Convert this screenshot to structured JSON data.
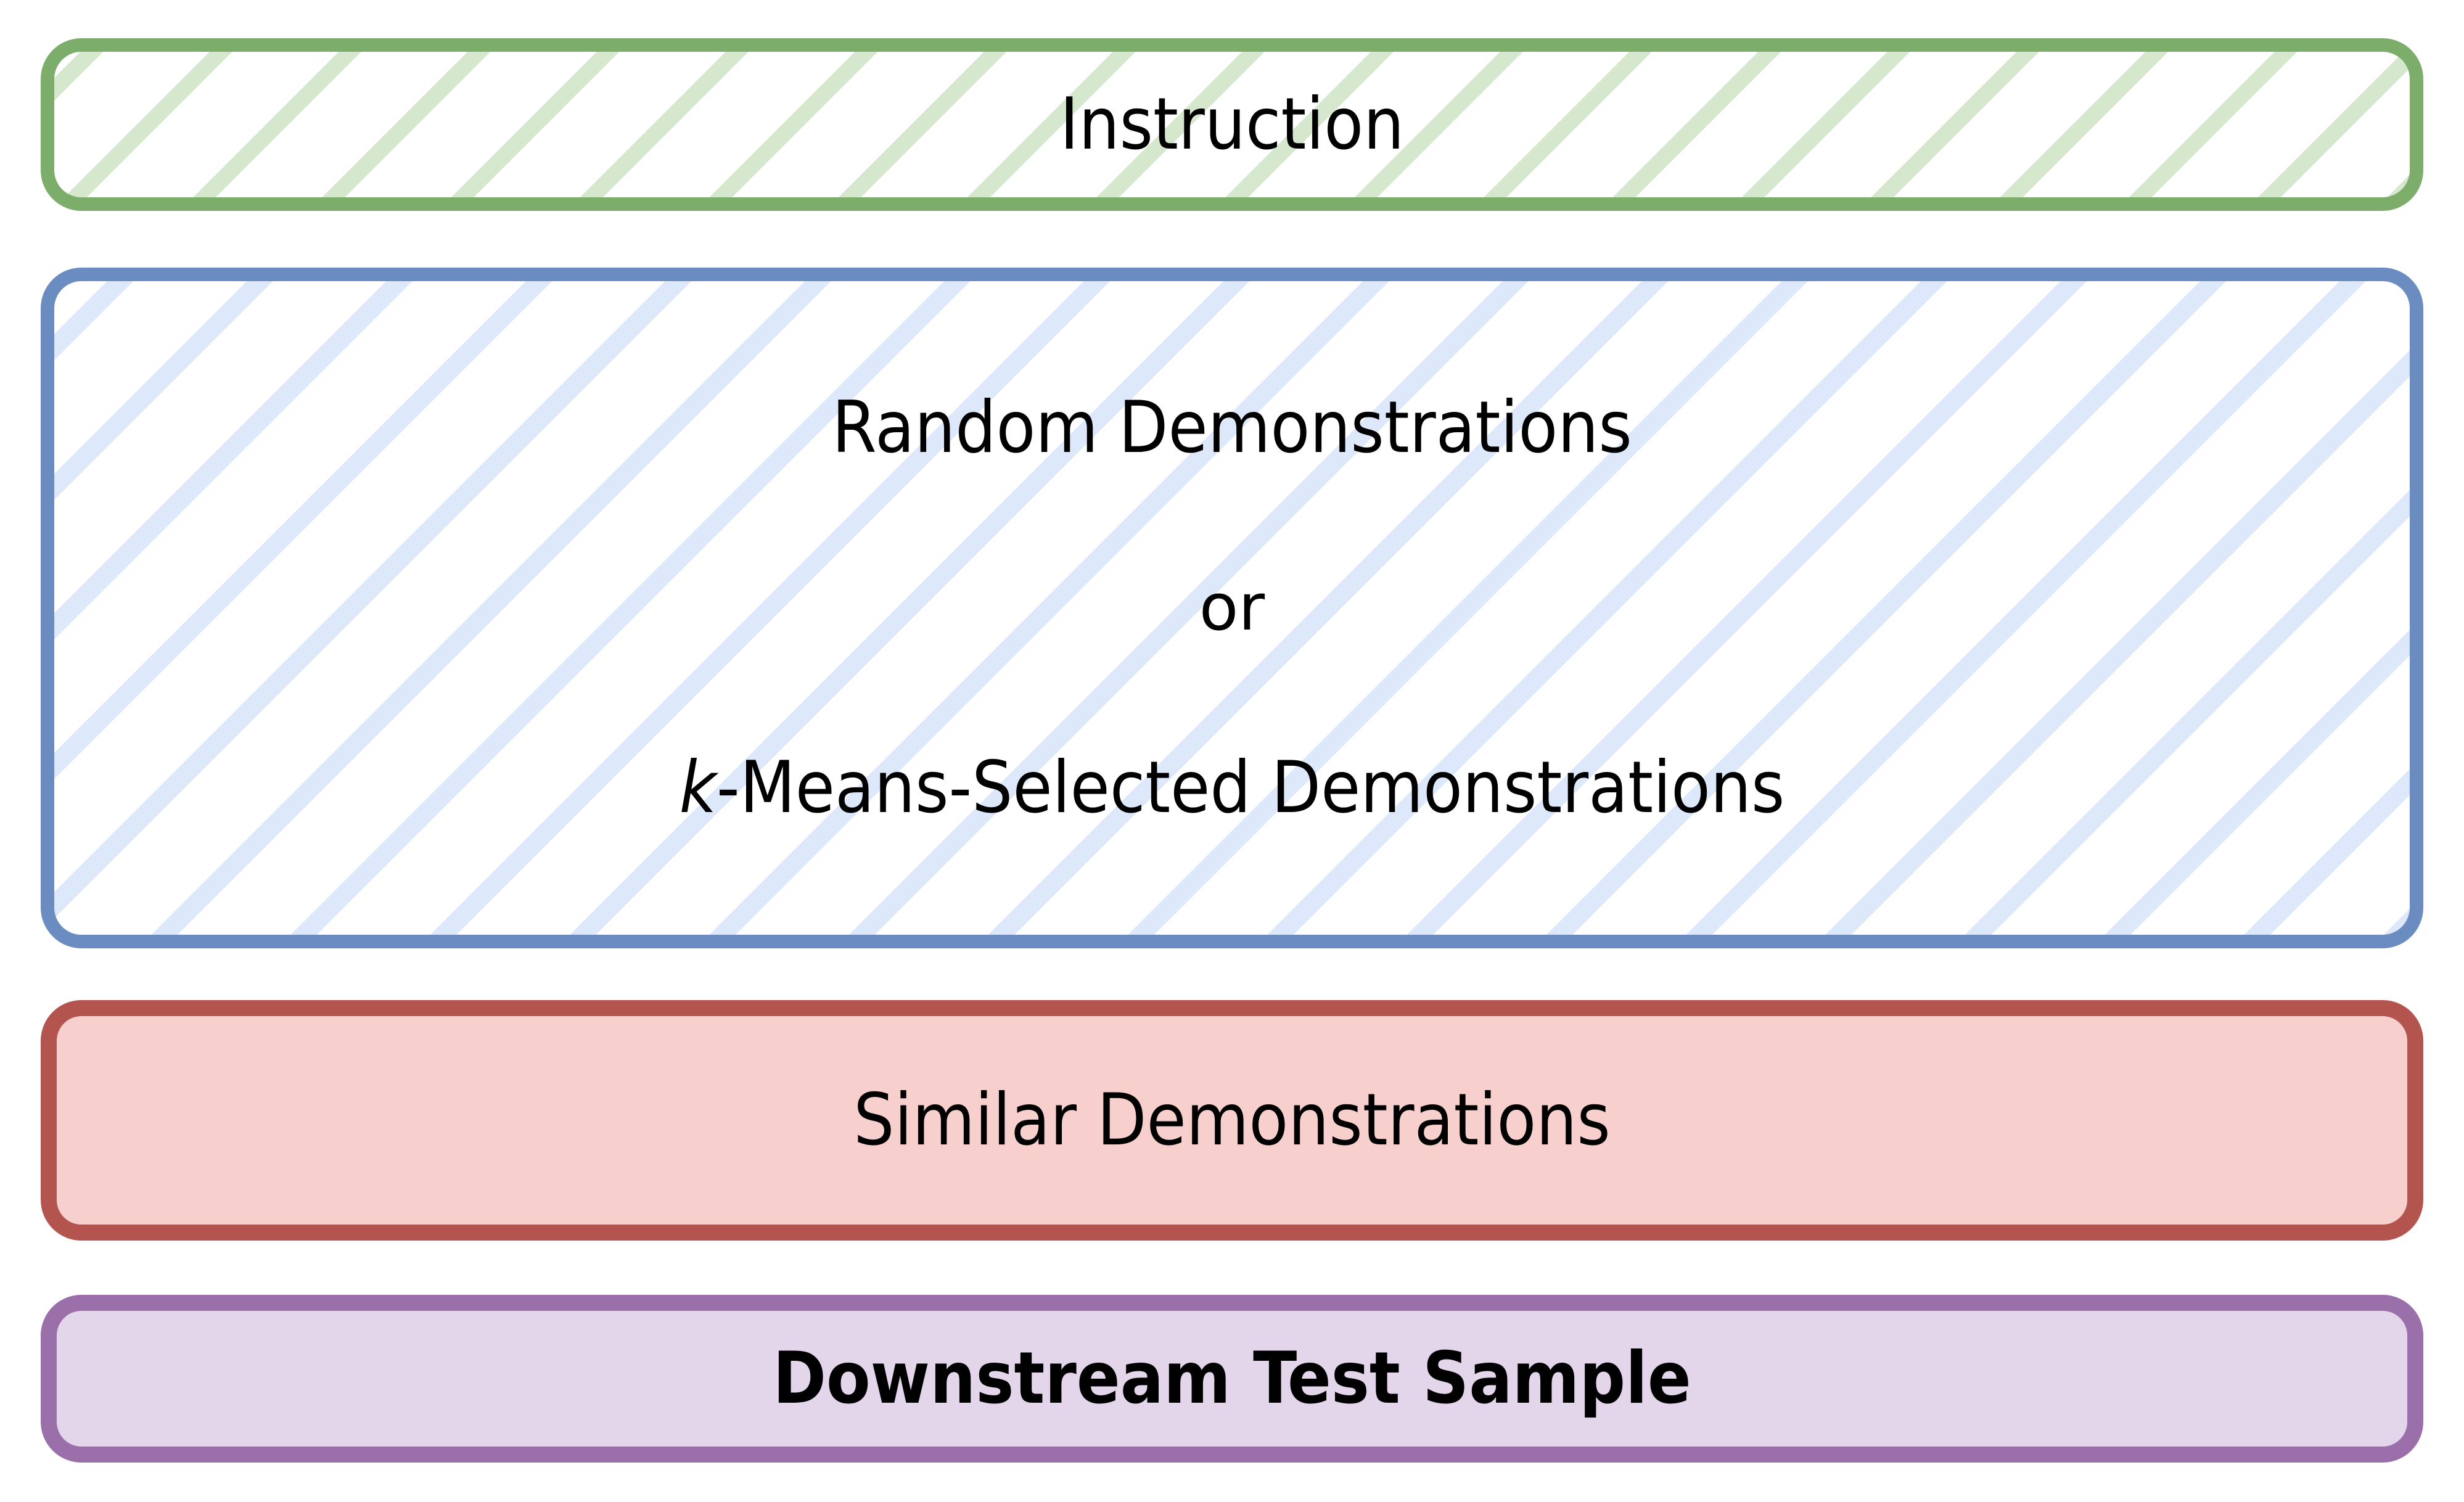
{
  "diagram": {
    "type": "prompt-composition-stack",
    "background_color": "#FFFFFF",
    "blocks": [
      {
        "id": "instruction",
        "label": "Instruction",
        "border_color": "#7CAD6B",
        "fill_color": "#FFFFFF",
        "hatch_color": "#D5E7CC",
        "fill_style": "diagonal-hatch"
      },
      {
        "id": "demonstrations",
        "line1": "Random Demonstrations",
        "line2": "or",
        "line3_italic": "k",
        "line3_rest": "-Means-Selected Demonstrations",
        "border_color": "#6B8CC0",
        "fill_color": "#FFFFFF",
        "hatch_color": "#DDE8FA",
        "fill_style": "diagonal-hatch"
      },
      {
        "id": "similar",
        "label": "Similar Demonstrations",
        "border_color": "#B4544E",
        "fill_color": "#F7D0CE",
        "fill_style": "solid"
      },
      {
        "id": "downstream",
        "label": "Downstream Test Sample",
        "border_color": "#9B6FA9",
        "fill_color": "#E3D6EB",
        "fill_style": "solid"
      }
    ]
  }
}
